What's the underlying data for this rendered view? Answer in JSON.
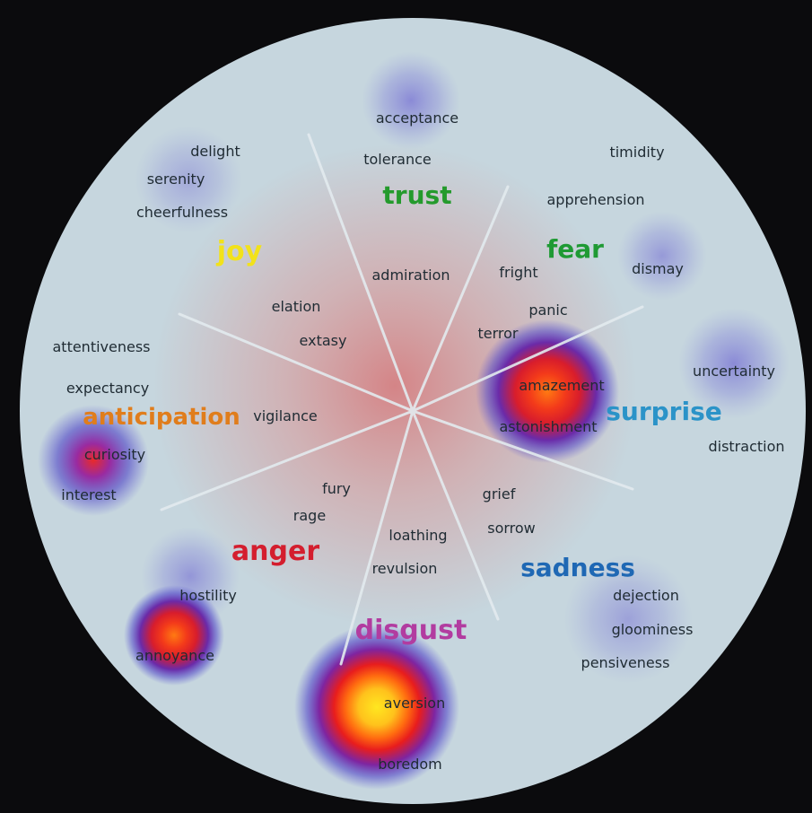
{
  "colors": {
    "background": "#0b0b0d",
    "disc": "#c6d6de",
    "spoke": "#e3ebef",
    "word": "#1f2b33",
    "joy": "#f2e21a",
    "trust": "#249a2c",
    "fear": "#1f9a34",
    "surprise": "#2b93c8",
    "sadness": "#1f68b4",
    "disgust": "#b23ca0",
    "anger": "#d41e2e",
    "anticipation": "#e07d1c"
  },
  "emotions": [
    {
      "label": "joy",
      "color_key": "joy",
      "words": [
        "delight",
        "serenity",
        "cheerfulness",
        "elation",
        "extasy"
      ]
    },
    {
      "label": "trust",
      "color_key": "trust",
      "words": [
        "acceptance",
        "tolerance",
        "admiration"
      ]
    },
    {
      "label": "fear",
      "color_key": "fear",
      "words": [
        "timidity",
        "apprehension",
        "dismay",
        "fright",
        "panic",
        "terror"
      ]
    },
    {
      "label": "surprise",
      "color_key": "surprise",
      "words": [
        "uncertainty",
        "amazement",
        "astonishment",
        "distraction"
      ]
    },
    {
      "label": "sadness",
      "color_key": "sadness",
      "words": [
        "grief",
        "sorrow",
        "dejection",
        "gloominess",
        "pensiveness"
      ]
    },
    {
      "label": "disgust",
      "color_key": "disgust",
      "words": [
        "loathing",
        "revulsion",
        "aversion",
        "boredom"
      ]
    },
    {
      "label": "anger",
      "color_key": "anger",
      "words": [
        "fury",
        "rage",
        "hostility",
        "annoyance"
      ]
    },
    {
      "label": "anticipation",
      "color_key": "anticipation",
      "words": [
        "attentiveness",
        "expectancy",
        "vigilance",
        "curiosity",
        "interest"
      ]
    }
  ]
}
